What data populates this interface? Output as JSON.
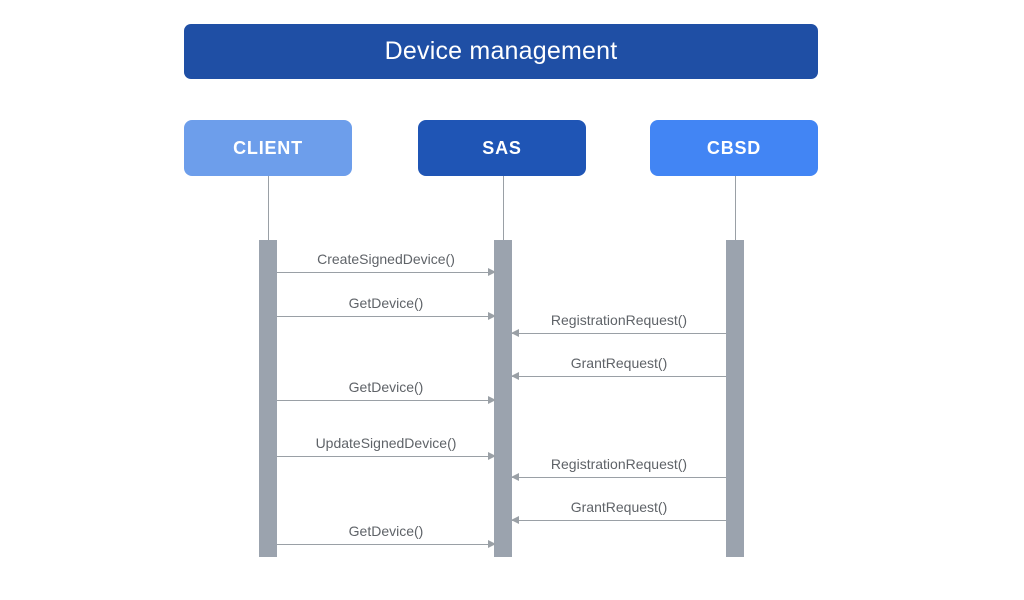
{
  "diagram": {
    "title": "Device management",
    "type": "sequence-diagram",
    "colors": {
      "title_bar": "#1f4fa5",
      "client_box": "#6d9eeb",
      "sas_box": "#1f55b5",
      "cbsd_box": "#4285f4",
      "activation_bar": "#9ba3ae",
      "arrow_line": "#9aa0a6",
      "label_text": "#5f6368",
      "background": "#ffffff"
    },
    "actors": [
      {
        "id": "client",
        "label": "CLIENT"
      },
      {
        "id": "sas",
        "label": "SAS"
      },
      {
        "id": "cbsd",
        "label": "CBSD"
      }
    ],
    "messages": [
      {
        "index": 1,
        "label": "CreateSignedDevice()",
        "from": "client",
        "to": "sas",
        "direction": "right"
      },
      {
        "index": 2,
        "label": "GetDevice()",
        "from": "client",
        "to": "sas",
        "direction": "right"
      },
      {
        "index": 3,
        "label": "RegistrationRequest()",
        "from": "cbsd",
        "to": "sas",
        "direction": "left"
      },
      {
        "index": 4,
        "label": "GrantRequest()",
        "from": "cbsd",
        "to": "sas",
        "direction": "left"
      },
      {
        "index": 5,
        "label": "GetDevice()",
        "from": "client",
        "to": "sas",
        "direction": "right"
      },
      {
        "index": 6,
        "label": "UpdateSignedDevice()",
        "from": "client",
        "to": "sas",
        "direction": "right"
      },
      {
        "index": 7,
        "label": "RegistrationRequest()",
        "from": "cbsd",
        "to": "sas",
        "direction": "left"
      },
      {
        "index": 8,
        "label": "GrantRequest()",
        "from": "cbsd",
        "to": "sas",
        "direction": "left"
      },
      {
        "index": 9,
        "label": "GetDevice()",
        "from": "client",
        "to": "sas",
        "direction": "right"
      }
    ]
  }
}
